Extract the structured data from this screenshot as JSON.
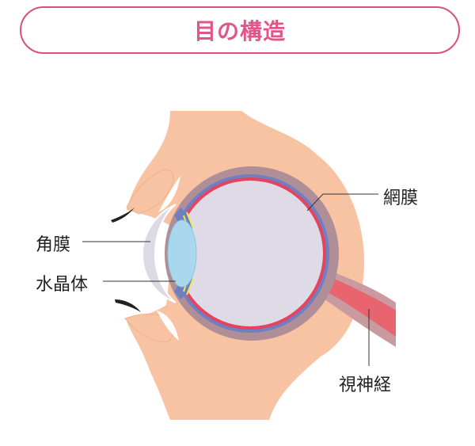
{
  "title": "目の構造",
  "labels": {
    "cornea": "角膜",
    "lens": "水晶体",
    "retina": "網膜",
    "optic_nerve": "視神経"
  },
  "colors": {
    "title_border": "#d9507a",
    "title_text": "#e0558a",
    "skin": "#f8c3a2",
    "sclera": "#b08e98",
    "choroid": "#6e7fc2",
    "retina": "#e4445e",
    "vitreous": "#dedbe6",
    "lens": "#a9d8ee",
    "optic_nerve": "#e8656f"
  }
}
